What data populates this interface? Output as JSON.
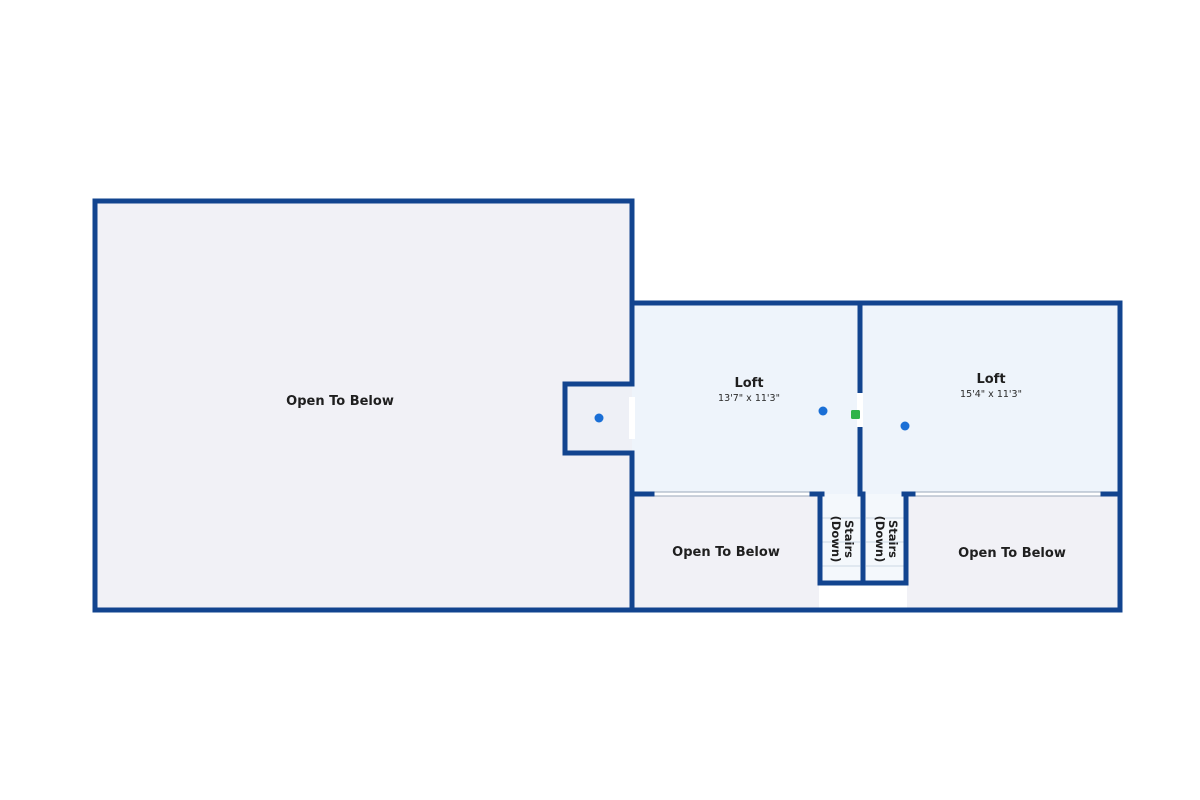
{
  "rooms": {
    "open_left": {
      "label": "Open To Below"
    },
    "loft_1": {
      "label": "Loft",
      "dims": "13'7\" x 11'3\""
    },
    "loft_2": {
      "label": "Loft",
      "dims": "15'4\" x 11'3\""
    },
    "open_bottom_left": {
      "label": "Open To Below"
    },
    "open_bottom_right": {
      "label": "Open To Below"
    },
    "stairs_1": {
      "line1": "Stairs",
      "line2": "(Down)"
    },
    "stairs_2": {
      "line1": "Stairs",
      "line2": "(Down)"
    }
  },
  "colors": {
    "wall": "#12448f",
    "open_fill": "#f1f1f6",
    "loft_fill": "#eef4fb",
    "marker_blue": "#1a6fd6",
    "marker_green": "#2fb34a"
  },
  "markers": {
    "camera_points": [
      "camera-point",
      "camera-point",
      "camera-point"
    ],
    "current_position": "current-position-marker"
  }
}
